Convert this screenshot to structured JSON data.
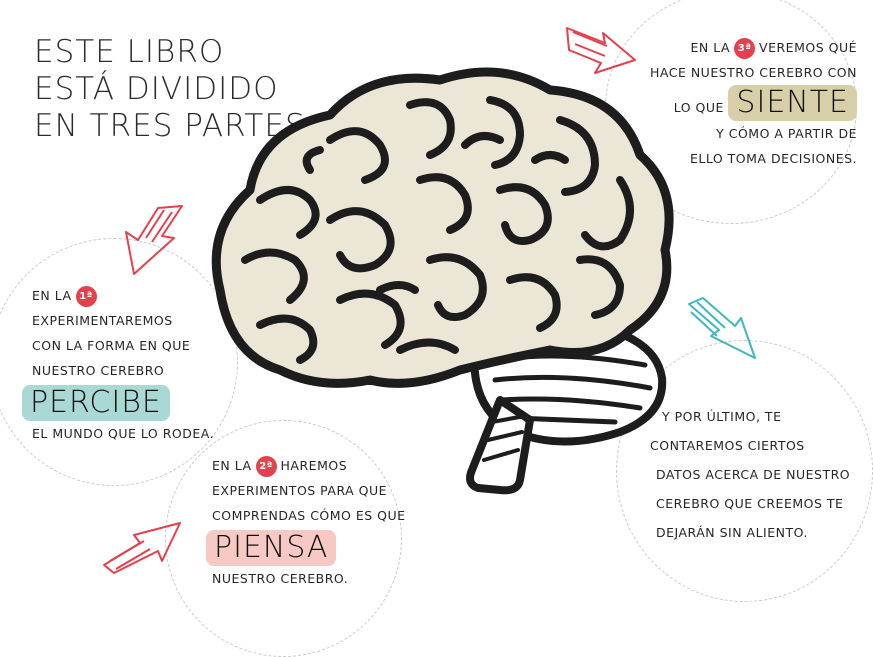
{
  "title": {
    "line1": "ESTE LIBRO",
    "line2": "ESTÁ DIVIDIDO",
    "line3": "EN TRES PARTES:"
  },
  "part1": {
    "pre": "EN LA",
    "badge": "1ª",
    "line2": "EXPERIMENTAREMOS",
    "line3": "CON LA FORMA EN QUE",
    "line4": "NUESTRO CEREBRO",
    "keyword": "PERCIBE",
    "line5": "EL MUNDO QUE LO RODEA."
  },
  "part2": {
    "pre": "EN LA",
    "badge": "2ª",
    "post": "HAREMOS",
    "line2": "EXPERIMENTOS PARA QUE",
    "line3": "COMPRENDAS CÓMO ES QUE",
    "keyword": "PIENSA",
    "line4": "NUESTRO CEREBRO."
  },
  "part3": {
    "pre": "EN LA",
    "badge": "3ª",
    "post": "VEREMOS QUÉ",
    "line2": "HACE NUESTRO CEREBRO CON",
    "line3pre": "LO QUE",
    "keyword": "SIENTE",
    "line4": "Y CÓMO A PARTIR DE",
    "line5": "ELLO TOMA DECISIONES."
  },
  "part4": {
    "line1": "Y POR ÚLTIMO, TE",
    "line2": "CONTAREMOS CIERTOS",
    "line3": "DATOS ACERCA DE NUESTRO",
    "line4": "CEREBRO QUE CREEMOS TE",
    "line5": "DEJARÁN SIN ALIENTO."
  },
  "colors": {
    "badge": "#e2414e",
    "percibe_highlight": "#a9d9d4",
    "piensa_highlight": "#f7c9c4",
    "siente_highlight": "#d8cfa9",
    "arrow_red": "#e2414e",
    "arrow_teal": "#3fb6c0",
    "brain_fill": "#ece6d6"
  },
  "icons": {
    "brain": "brain-illustration",
    "arrow": "hand-drawn-arrow-icon"
  }
}
